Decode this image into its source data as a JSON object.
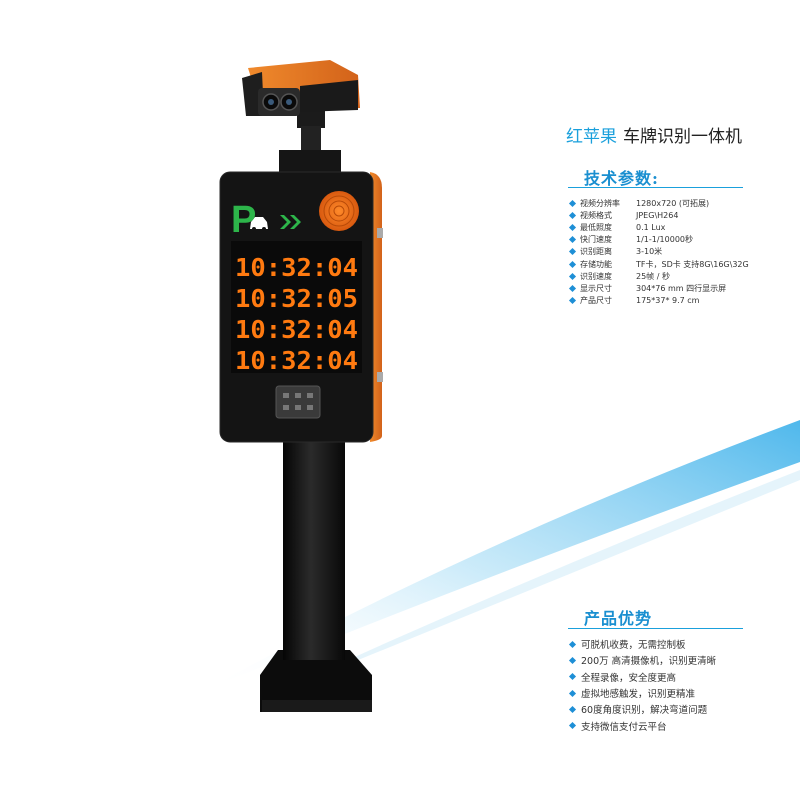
{
  "brand": {
    "name": "红苹果",
    "product": "车牌识别一体机"
  },
  "sign": {
    "parking_letter": "P"
  },
  "led_display": {
    "lines": [
      "10:32:04",
      "10:32:05",
      "10:32:04",
      "10:32:04"
    ]
  },
  "specs": {
    "title": "技术参数:",
    "items": [
      {
        "label": "视频分辨率",
        "value": "1280x720 (可拓展)"
      },
      {
        "label": "视频格式",
        "value": "JPEG\\H264"
      },
      {
        "label": "最低照度",
        "value": "0.1 Lux"
      },
      {
        "label": "快门速度",
        "value": "1/1-1/10000秒"
      },
      {
        "label": "识别距离",
        "value": "3-10米"
      },
      {
        "label": "存储功能",
        "value": "TF卡，SD卡  支持8G\\16G\\32G"
      },
      {
        "label": "识别速度",
        "value": "25帧 / 秒"
      },
      {
        "label": "显示尺寸",
        "value": "304*76 mm  四行显示屏"
      },
      {
        "label": "产品尺寸",
        "value": "175*37* 9.7 cm"
      }
    ]
  },
  "advantages": {
    "title": "产品优势",
    "items": [
      "可脱机收费，无需控制板",
      "200万 高清摄像机，识别更清晰",
      "全程录像，安全度更高",
      "虚拟地感触发，识别更精准",
      "60度角度识别，解决弯道问题",
      "支持微信支付云平台"
    ]
  },
  "colors": {
    "accent": "#1aa0dc",
    "housing_orange": "#e8731e",
    "cabinet_black": "#141414",
    "led_orange": "#ff7a10",
    "parking_green": "#2db54a"
  },
  "icons": [
    "diamond-bullet-icon",
    "car-icon",
    "direction-arrows-icon",
    "speaker-icon",
    "keypad-icon"
  ]
}
